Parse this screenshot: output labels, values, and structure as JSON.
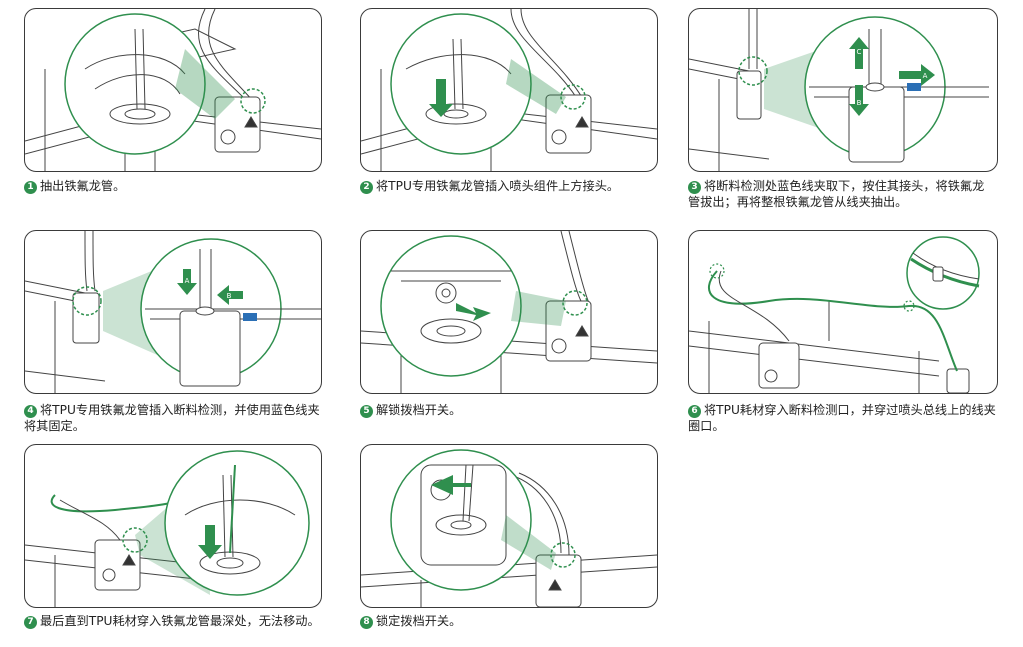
{
  "accent": "#2f8f4e",
  "steps": [
    {
      "n": "1",
      "text": "抽出铁氟龙管。"
    },
    {
      "n": "2",
      "text": "将TPU专用铁氟龙管插入喷头组件上方接头。"
    },
    {
      "n": "3",
      "text": "将断料检测处蓝色线夹取下，按住其接头，将铁氟龙管拔出；再将整根铁氟龙管从线夹抽出。"
    },
    {
      "n": "4",
      "text": "将TPU专用铁氟龙管插入断料检测，并使用蓝色线夹将其固定。"
    },
    {
      "n": "5",
      "text": "解锁拨档开关。"
    },
    {
      "n": "6",
      "text": "将TPU耗材穿入断料检测口，并穿过喷头总线上的线夹圈口。"
    },
    {
      "n": "7",
      "text": "最后直到TPU耗材穿入铁氟龙管最深处，无法移动。"
    },
    {
      "n": "8",
      "text": "锁定拨档开关。"
    }
  ],
  "arrow_labels": {
    "a": "A",
    "b": "B",
    "c": "C"
  }
}
